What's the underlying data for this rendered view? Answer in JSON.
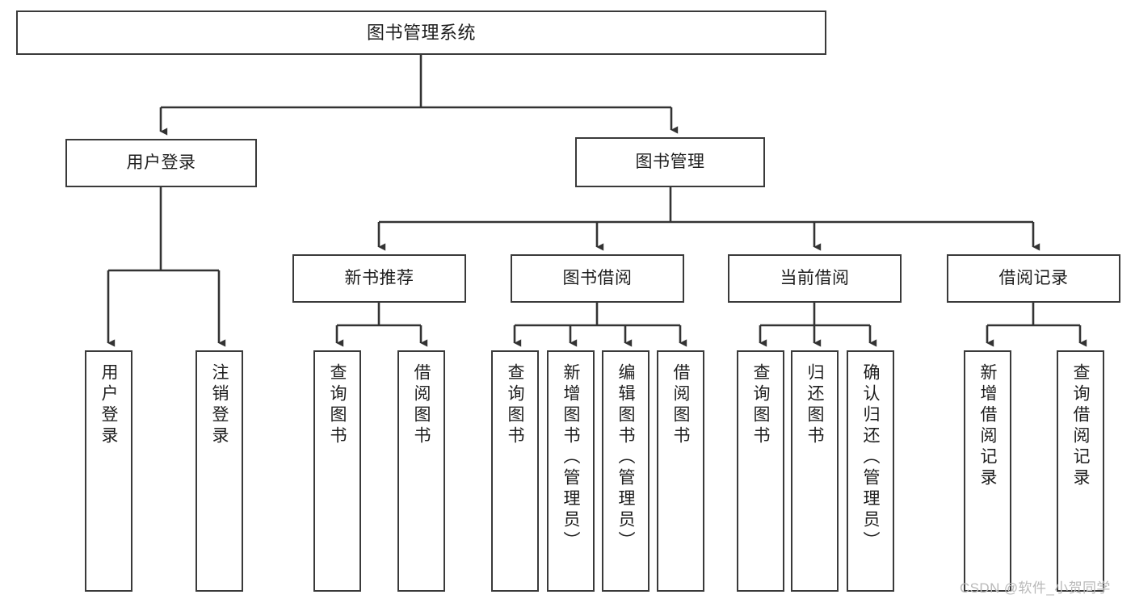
{
  "diagram": {
    "type": "tree",
    "title": "图书管理系统",
    "watermark": "CSDN @软件_小贺同学",
    "colors": {
      "background": "#ffffff",
      "border": "#3a3a3a",
      "text": "#1e1e1e",
      "connector": "#333333",
      "watermark": "#b9b9b9"
    },
    "root": {
      "label": "图书管理系统"
    },
    "level1": [
      {
        "label": "用户登录"
      },
      {
        "label": "图书管理"
      }
    ],
    "level2": [
      {
        "label": "新书推荐"
      },
      {
        "label": "图书借阅"
      },
      {
        "label": "当前借阅"
      },
      {
        "label": "借阅记录"
      }
    ],
    "leaves": {
      "user_login": [
        {
          "label": "用户登录"
        },
        {
          "label": "注销登录"
        }
      ],
      "new_book": [
        {
          "label": "查询图书"
        },
        {
          "label": "借阅图书"
        }
      ],
      "book_borrow": [
        {
          "label": "查询图书"
        },
        {
          "label": "新增图书（管理员）"
        },
        {
          "label": "编辑图书（管理员）"
        },
        {
          "label": "借阅图书"
        }
      ],
      "current_borrow": [
        {
          "label": "查询图书"
        },
        {
          "label": "归还图书"
        },
        {
          "label": "确认归还（管理员）"
        }
      ],
      "borrow_record": [
        {
          "label": "新增借阅记录"
        },
        {
          "label": "查询借阅记录"
        }
      ]
    }
  }
}
